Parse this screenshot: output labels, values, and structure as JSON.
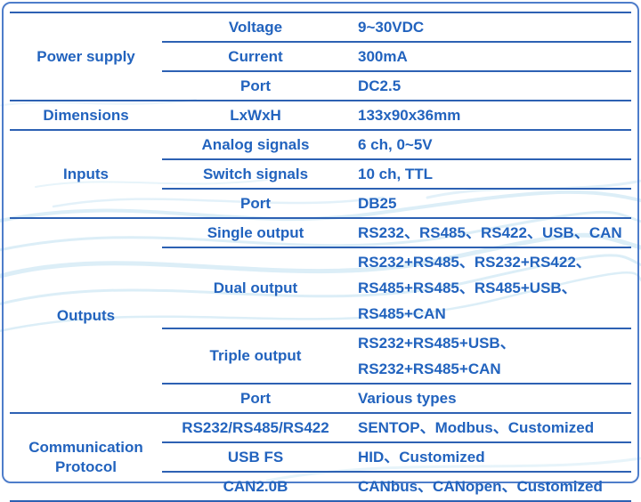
{
  "colors": {
    "text_blue": "#2263be",
    "line_blue": "#2d61b3",
    "border_blue": "#4e7dca",
    "watermark_blue": "#d8ecf7"
  },
  "table": {
    "sections": [
      {
        "category": "Power supply",
        "rows": [
          {
            "label": "Voltage",
            "value": "9~30VDC"
          },
          {
            "label": "Current",
            "value": "300mA"
          },
          {
            "label": "Port",
            "value": "DC2.5"
          }
        ]
      },
      {
        "category": "Dimensions",
        "rows": [
          {
            "label": "LxWxH",
            "value": "133x90x36mm"
          }
        ]
      },
      {
        "category": "Inputs",
        "rows": [
          {
            "label": "Analog signals",
            "value": "6 ch, 0~5V"
          },
          {
            "label": "Switch signals",
            "value": "10 ch, TTL"
          },
          {
            "label": "Port",
            "value": "DB25"
          }
        ]
      },
      {
        "category": "Outputs",
        "rows": [
          {
            "label": "Single output",
            "value": "RS232、RS485、RS422、USB、CAN"
          },
          {
            "label": "Dual output",
            "value": [
              "RS232+RS485、RS232+RS422、",
              "RS485+RS485、RS485+USB、",
              "RS485+CAN"
            ]
          },
          {
            "label": "Triple output",
            "value": [
              "RS232+RS485+USB、",
              "RS232+RS485+CAN"
            ]
          },
          {
            "label": "Port",
            "value": "Various types"
          }
        ]
      },
      {
        "category": "Communication Protocol",
        "rows": [
          {
            "label": "RS232/RS485/RS422",
            "value": "SENTOP、Modbus、Customized"
          },
          {
            "label": "USB FS",
            "value": "HID、Customized"
          },
          {
            "label": "CAN2.0B",
            "value": "CANbus、CANopen、Customized"
          }
        ]
      }
    ]
  }
}
